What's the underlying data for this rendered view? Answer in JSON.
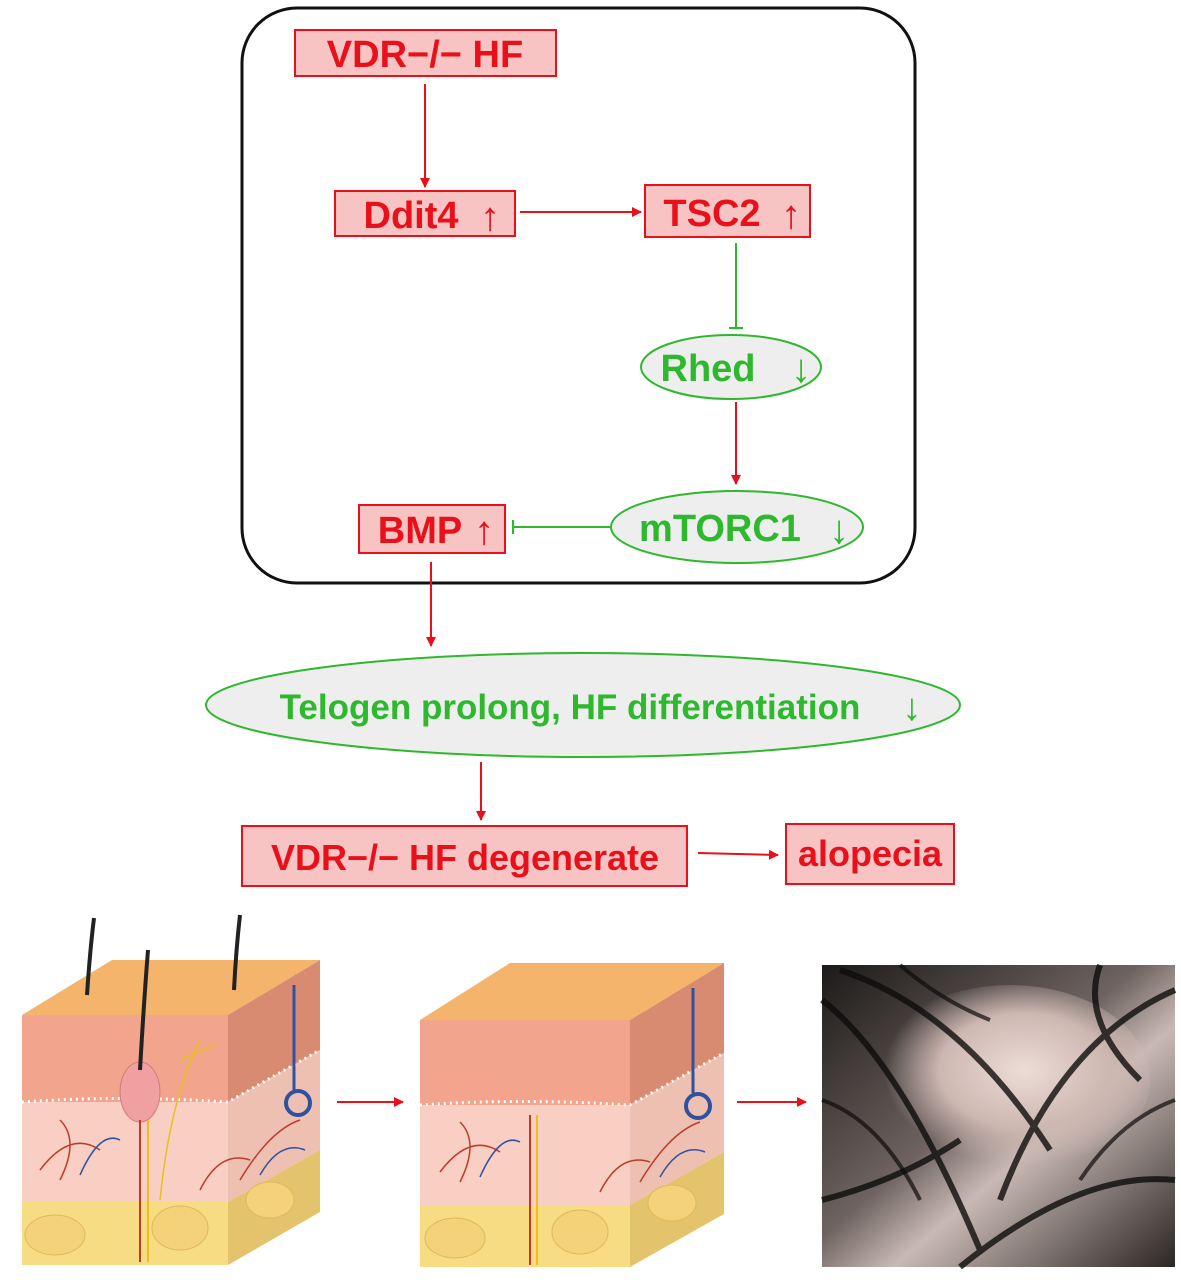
{
  "colors": {
    "up": "#e8101a",
    "down": "#2db82d",
    "box_fill": "#f7c3c3",
    "ellipse_fill": "#eeeeee",
    "frame": "#111111"
  },
  "nodes": {
    "vdr_hf": "VDR−/− HF",
    "ddit4": "Ddit4",
    "tsc2": "TSC2",
    "rhed": "Rhed",
    "mtorc1": "mTORC1",
    "bmp": "BMP",
    "telogen": "Telogen prolong, HF differentiation",
    "degenerate": "VDR−/− HF degenerate",
    "alopecia": "alopecia"
  },
  "arrows": {
    "up": "↑",
    "down": "↓"
  },
  "icons": [
    "skin-cross-section-healthy",
    "skin-cross-section-degenerated",
    "scalp-bald-patch-photo"
  ]
}
